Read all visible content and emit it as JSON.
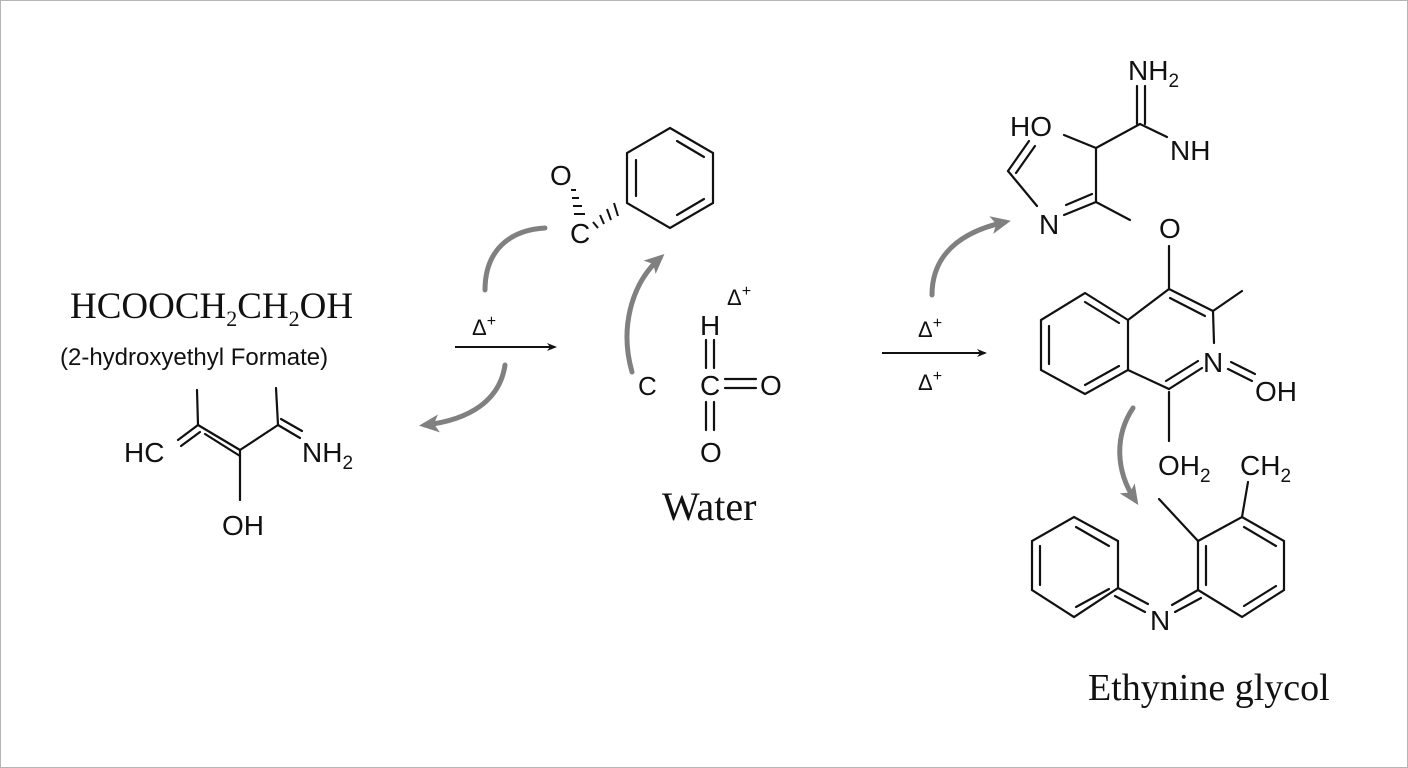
{
  "reactant": {
    "formula": [
      "HCOOCH",
      "2",
      "CH",
      "2",
      "OH"
    ],
    "name": "(2-hydroxyethyl Formate)"
  },
  "reactant_structure": {
    "hc": "HC",
    "nh": "NH",
    "nh_sub": "2",
    "oh": "OH"
  },
  "arrow1": {
    "condition": "Δ",
    "condition_sup": "+"
  },
  "intermediate": {
    "acyl_o": "O",
    "acyl_c": "C",
    "h": "H",
    "h_sup_delta": "Δ",
    "h_sup_plus": "+",
    "carbon": "C",
    "o_right": "O",
    "o_bottom": "O",
    "open_c": "C",
    "label": "Water"
  },
  "arrow2": {
    "condition_top": "Δ",
    "condition_top_sup": "+",
    "condition_bottom": "Δ",
    "condition_bottom_sup": "+"
  },
  "product": {
    "nh2": "NH",
    "nh2_sub": "2",
    "ho": "HO",
    "nh": "NH",
    "ring_n": "N",
    "o_top": "O",
    "iso_n": "N",
    "iso_oh": "OH",
    "oh2": "OH",
    "oh2_sub": "2",
    "ch2": "CH",
    "ch2_sub": "2",
    "imine_n": "N",
    "label": "Ethynine glycol"
  },
  "colors": {
    "ink": "#111111",
    "curved_arrow": "#808080",
    "border": "#b5b5b5"
  }
}
